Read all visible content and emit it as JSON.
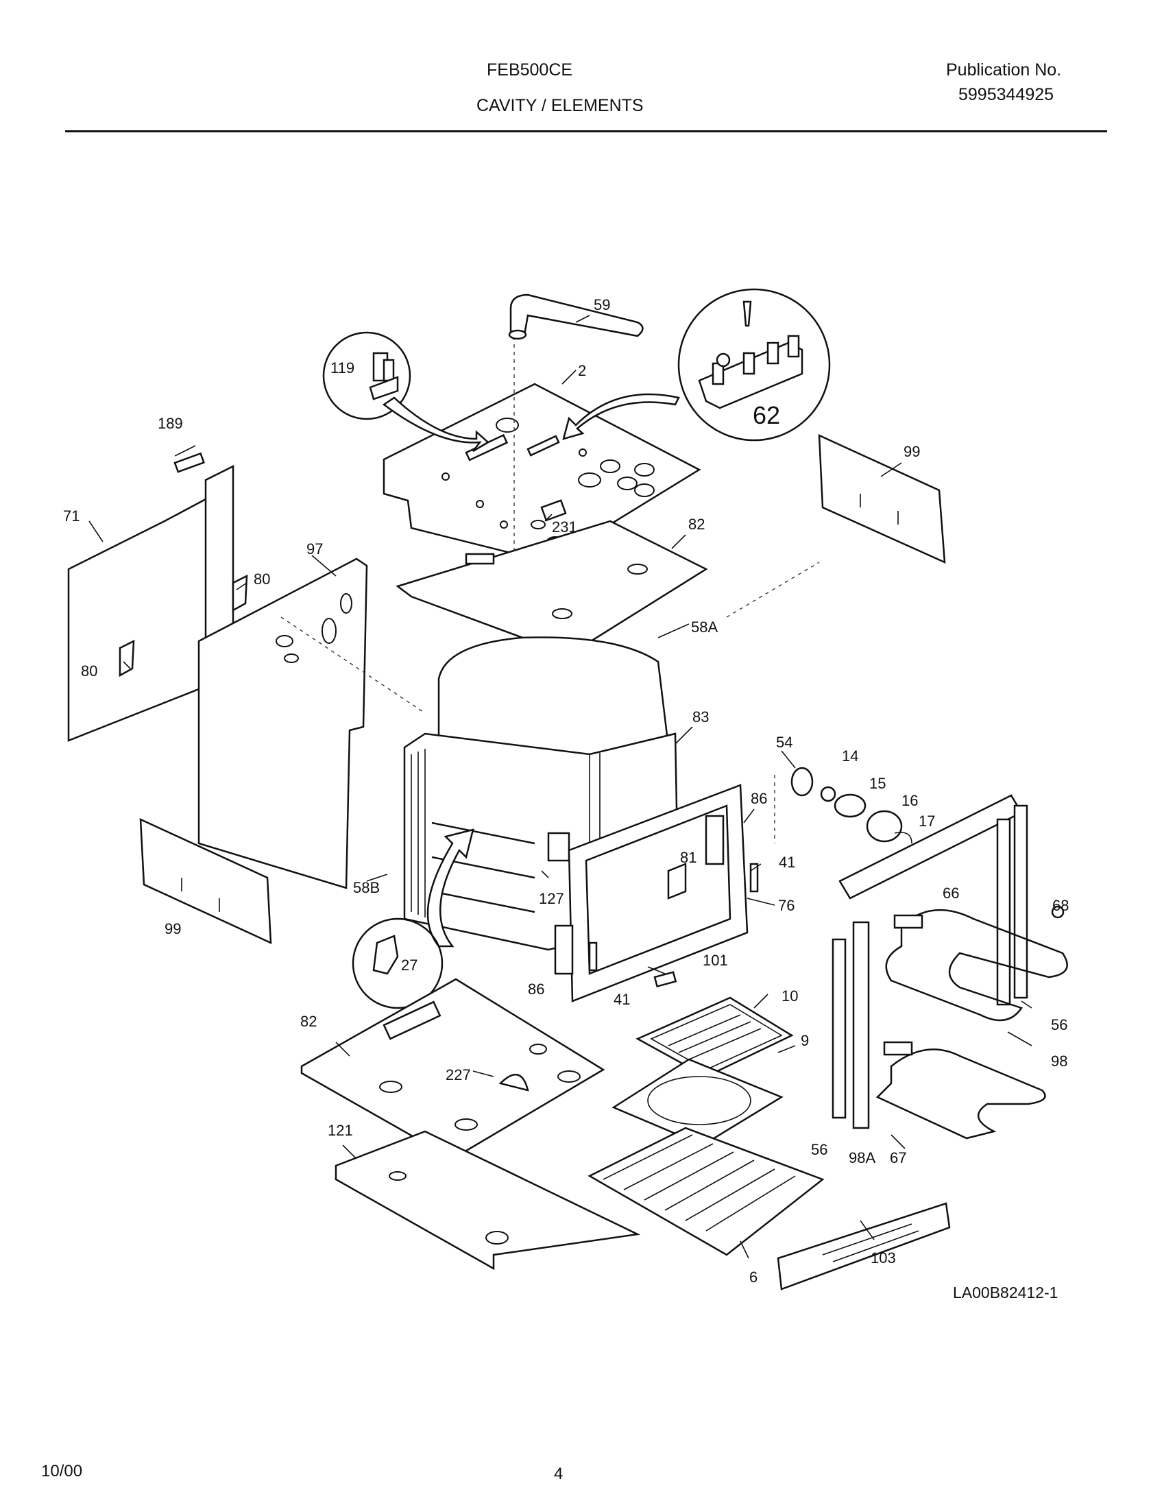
{
  "header": {
    "model": "FEB500CE",
    "section": "CAVITY / ELEMENTS",
    "publication_label": "Publication No.",
    "publication_number": "5995344925"
  },
  "diagram": {
    "drawing_code": "LA00B82412-1",
    "callouts": {
      "c59": "59",
      "c2": "2",
      "c119": "119",
      "c62": "62",
      "c189": "189",
      "c99a": "99",
      "c71": "71",
      "c97": "97",
      "c80a": "80",
      "c80b": "80",
      "c231": "231",
      "c82a": "82",
      "c58a": "58A",
      "c83": "83",
      "c54": "54",
      "c14": "14",
      "c15": "15",
      "c16": "16",
      "c17": "17",
      "c86a": "86",
      "c81": "81",
      "c41a": "41",
      "c76": "76",
      "c127": "127",
      "c58b": "58B",
      "c99b": "99",
      "c27": "27",
      "c86b": "86",
      "c41b": "41",
      "c101": "101",
      "c66": "66",
      "c68": "68",
      "c10": "10",
      "c9": "9",
      "c82b": "82",
      "c227": "227",
      "c121": "121",
      "c56a": "56",
      "c98": "98",
      "c56b": "56",
      "c98a": "98A",
      "c67": "67",
      "c6": "6",
      "c103": "103"
    }
  },
  "footer": {
    "date": "10/00",
    "page": "4"
  }
}
